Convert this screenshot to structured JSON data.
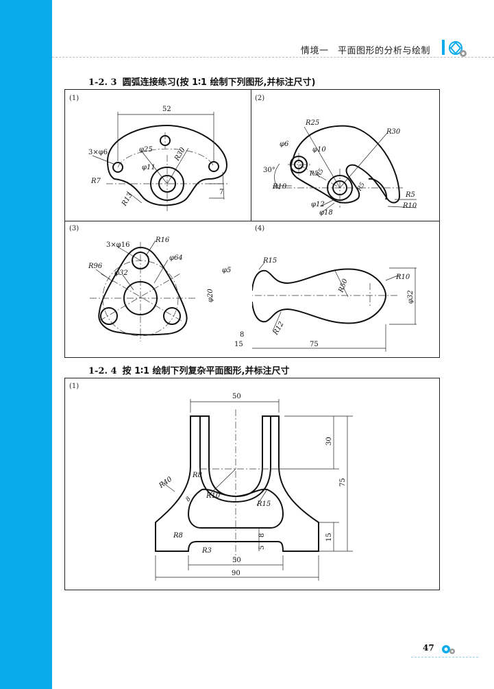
{
  "header": {
    "chapter_title": "情境一　平面图形的分析与绘制"
  },
  "sections": {
    "s1": {
      "number": "1-2. 3",
      "title": "圆弧连接练习(按 1∶1 绘制下列图形,并标注尺寸)"
    },
    "s2": {
      "number": "1-2. 4",
      "title": "按 1∶1 绘制下列复杂平面图形,并标注尺寸"
    }
  },
  "panels": {
    "p1": {
      "label": "(1)",
      "dims": {
        "width": "52",
        "holes": "3×φ6",
        "d25": "φ25",
        "d11": "φ11",
        "r30": "R30",
        "r7": "R7",
        "r13": "R13",
        "h7": "7"
      }
    },
    "p2": {
      "label": "(2)",
      "dims": {
        "r25": "R25",
        "r30": "R30",
        "d6": "φ6",
        "d10": "φ10",
        "ang": "30°",
        "r5a": "R5",
        "r5b": "R5",
        "r5c": "R5",
        "r5d": "R5",
        "r10a": "R10",
        "r10b": "R10",
        "d12": "φ12",
        "d18": "φ18"
      }
    },
    "p3": {
      "label": "(3)",
      "dims": {
        "holes": "3×φ16",
        "r16": "R16",
        "r96": "R96",
        "d64": "φ64",
        "d32": "φ32"
      }
    },
    "p4": {
      "label": "(4)",
      "dims": {
        "d5": "φ5",
        "r15": "R15",
        "r50": "R50",
        "r10": "R10",
        "d20": "φ20",
        "d32": "φ32",
        "l8": "8",
        "l15": "15",
        "l75": "75",
        "r12": "R12"
      }
    },
    "p5": {
      "label": "(1)",
      "dims": {
        "top50": "50",
        "h30": "30",
        "h75": "75",
        "r40": "R40",
        "r8a": "R8",
        "r8b": "R8",
        "r8c": "8",
        "r10": "R10",
        "r15": "R15",
        "h15": "15",
        "h8": "8",
        "h5": "5",
        "r3": "R3",
        "b50": "50",
        "w90": "90"
      }
    }
  },
  "footer": {
    "page_number": "47"
  },
  "colors": {
    "band": "#0aabea",
    "line": "#222222"
  }
}
